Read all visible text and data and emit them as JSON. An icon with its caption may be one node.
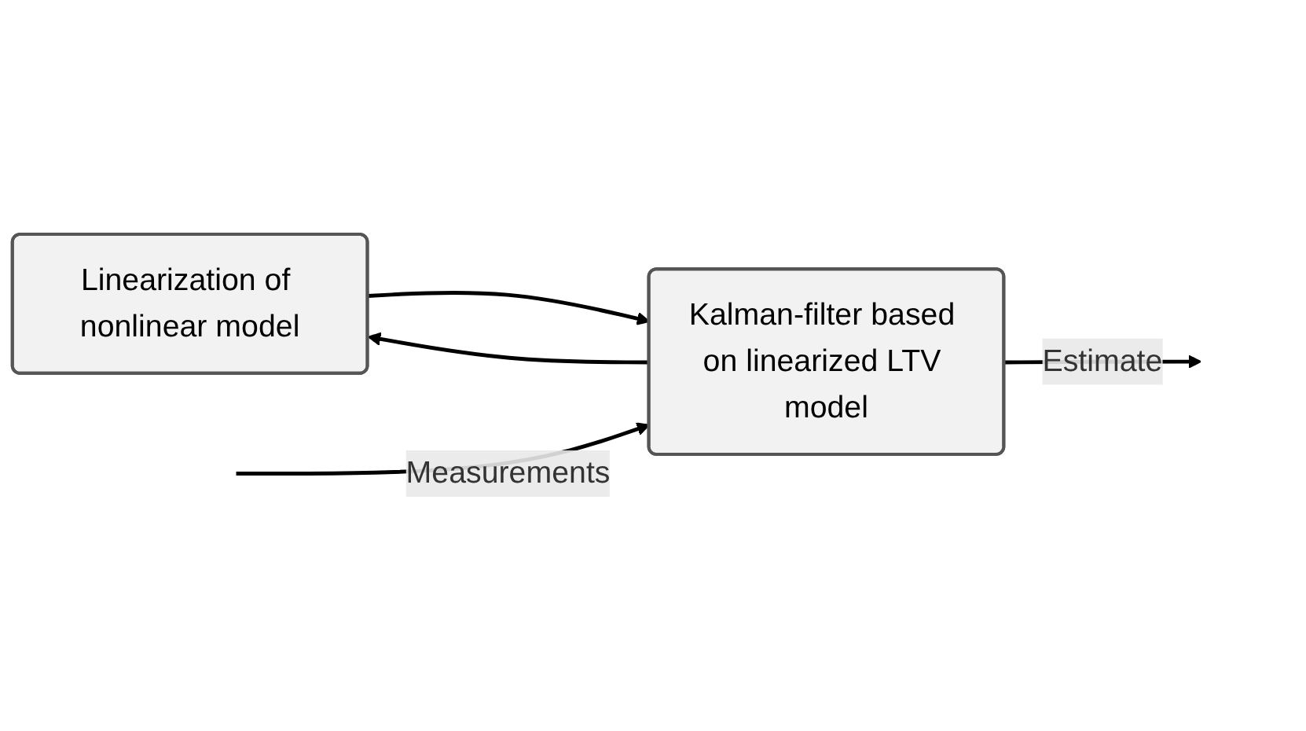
{
  "diagram": {
    "nodes": [
      {
        "text": [
          "Linearization of nonlinear model"
        ]
      },
      {
        "text": [
          "Kalman-filter based on linearized LTV model"
        ]
      }
    ],
    "edges": [
      {
        "from": 0,
        "to": 1,
        "arrow": "to"
      },
      {
        "from": null,
        "to": 1,
        "arrow": "to",
        "label": "Measurements"
      },
      {
        "from": 1,
        "to": null,
        "arrow": "to",
        "label": "Estimate"
      },
      {
        "from": 1,
        "to": 0,
        "arrow": "to"
      }
    ]
  }
}
